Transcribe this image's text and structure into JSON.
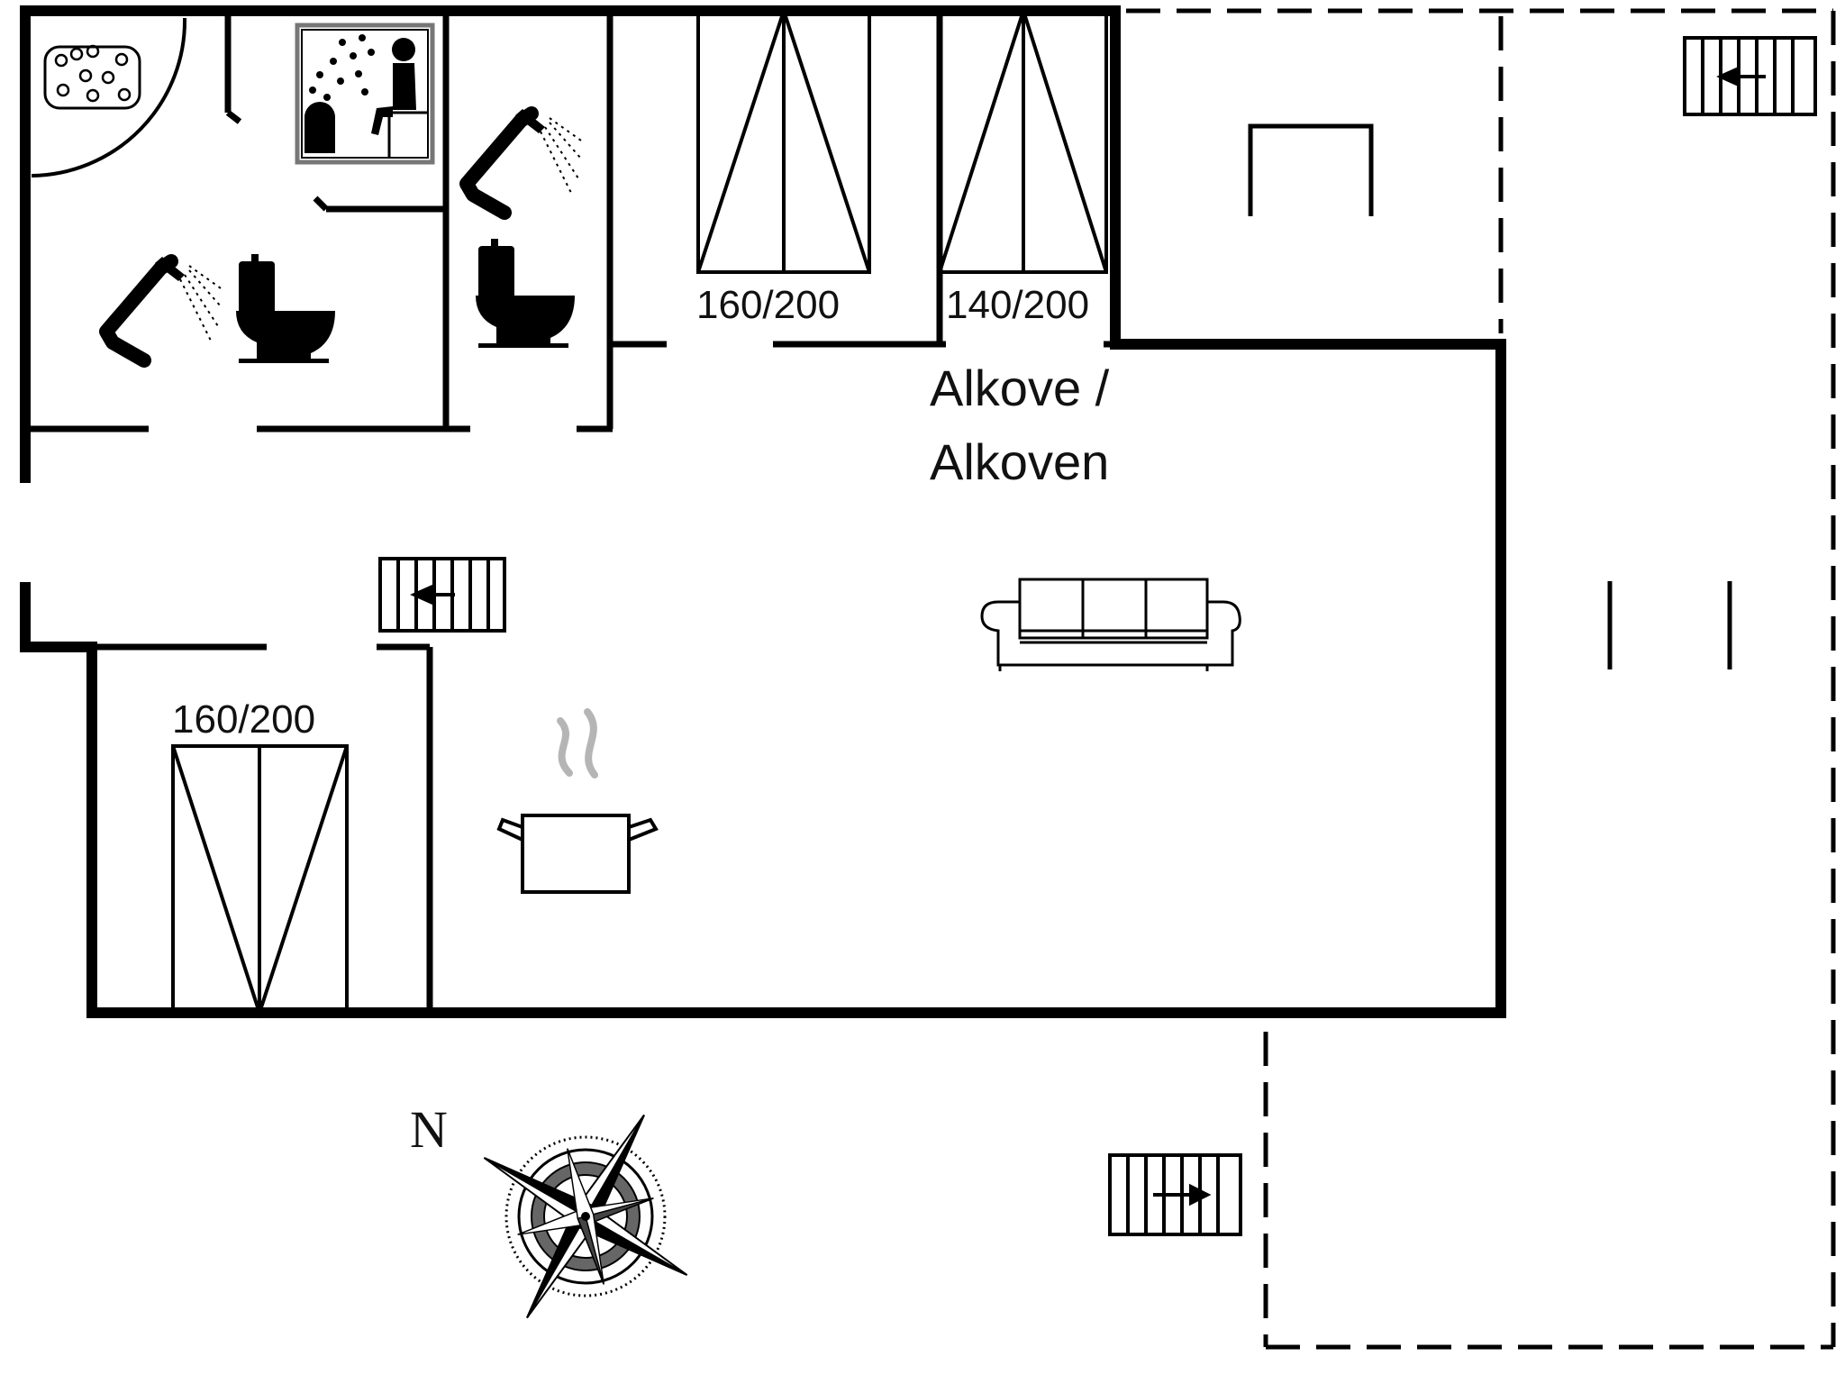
{
  "floorplan": {
    "colors": {
      "wall": "#000000",
      "background": "#ffffff",
      "steam": "#bbbbbb"
    },
    "labels": {
      "bed_alcove_left": "160/200",
      "bed_alcove_right": "140/200",
      "bed_bottom_left": "160/200",
      "alcove_line1": "Alkove /",
      "alcove_line2": "Alkoven",
      "north": "N"
    },
    "icons": [
      "whirlpool-icon",
      "sauna-icon",
      "shower-icon",
      "toilet-icon",
      "double-bed-icon",
      "sofa-icon",
      "cooking-pot-icon",
      "stairs-icon",
      "table-icon",
      "compass-rose-icon"
    ]
  }
}
